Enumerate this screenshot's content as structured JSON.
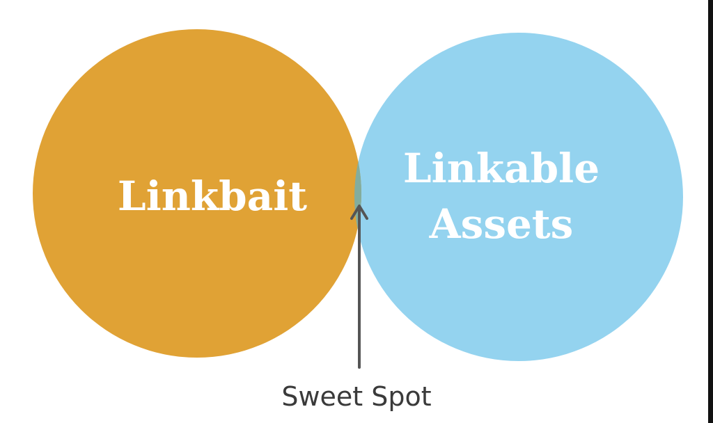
{
  "diagram": {
    "type": "venn",
    "sets": [
      {
        "label": "Linkbait",
        "color": "#e0a235"
      },
      {
        "label_lines": [
          "Linkable",
          "Assets"
        ],
        "color": "#94d3ef"
      }
    ],
    "intersection": {
      "color": "#82ad9e"
    },
    "pointer": {
      "label": "Sweet Spot",
      "color": "#555555",
      "text_color": "#3a3a3a"
    }
  }
}
